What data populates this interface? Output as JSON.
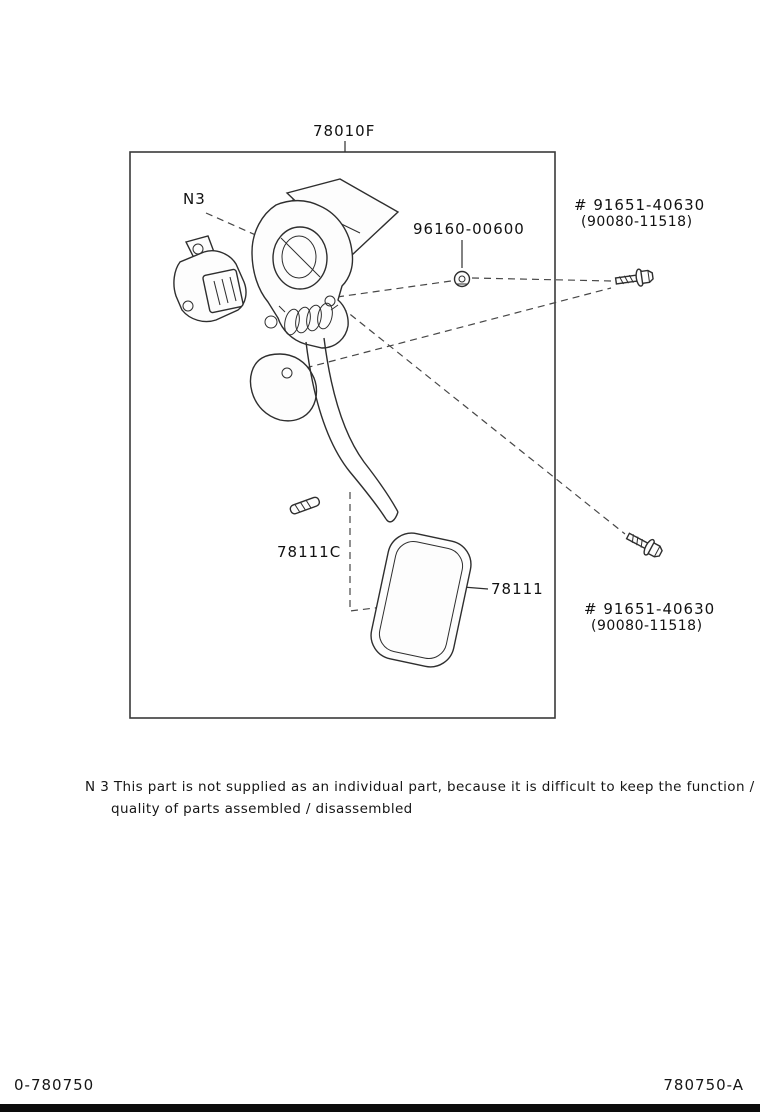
{
  "page": {
    "footer_left": "0-780750",
    "footer_right": "780750-A",
    "ink_color": "#161616"
  },
  "diagram": {
    "assembly_label": "78010F",
    "sensor_label": "N3",
    "clip_label": "96160-00600",
    "bolt_upper_label": "# 91651-40630",
    "bolt_upper_sublabel": "(90080-11518)",
    "bolt_lower_label": "# 91651-40630",
    "bolt_lower_sublabel": "(90080-11518)",
    "pin_label": "78111C",
    "pad_label": "78111"
  },
  "note": {
    "prefix": "N 3",
    "line1": "This part is not supplied as an individual part, because it is difficult to keep the function /",
    "line2": "quality of parts assembled / disassembled"
  }
}
